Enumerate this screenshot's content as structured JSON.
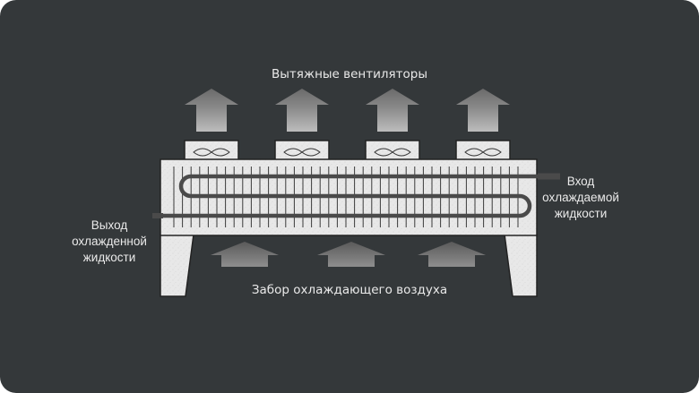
{
  "diagram": {
    "top_label": "Вытяжные вентиляторы",
    "bottom_label": "Забор охлаждающего воздуха",
    "inlet_label": [
      "Вход",
      "охлаждаемой",
      "жидкости"
    ],
    "outlet_label": [
      "Выход",
      "охлажденной",
      "жидкости"
    ]
  },
  "colors": {
    "background": "#34383a",
    "unit_body": "#e9e9e9",
    "tube": "#4a4a4a",
    "arrow_light": "#c8c8c8",
    "arrow_dark": "#5e5e5e"
  },
  "icons": [
    "fan-icon",
    "exhaust-arrow-icon",
    "intake-arrow-icon"
  ]
}
